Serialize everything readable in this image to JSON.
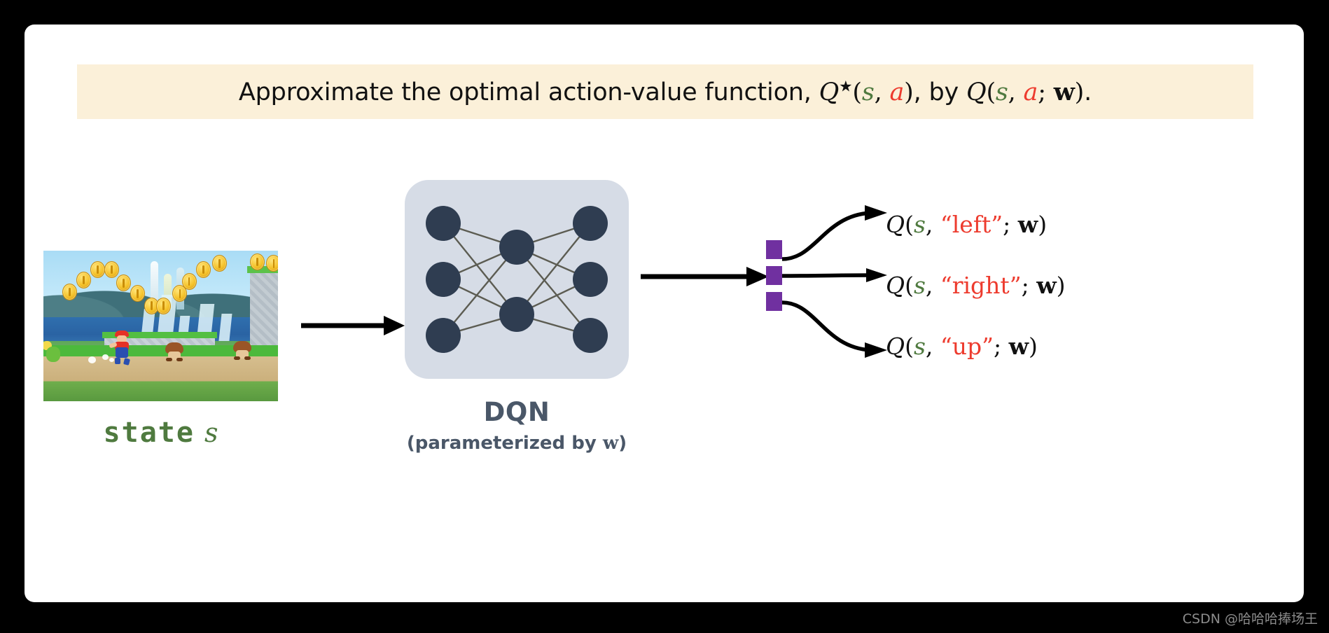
{
  "slide": {
    "title": {
      "prefix": "Approximate the optimal action-value function, ",
      "q_star": "Q",
      "star": "★",
      "open_paren": "(",
      "state_var": "s",
      "comma": ", ",
      "action_var": "a",
      "close_paren": ")",
      "middle": ", by ",
      "q_plain": "Q",
      "semicolon": "; ",
      "weights": "w",
      "period": ".",
      "full_text": "Approximate the optimal action-value function, Q★(s, a), by Q(s, a; w).",
      "banner_color": "#fbf0d9"
    },
    "state": {
      "caption_word": "state",
      "caption_var": "s",
      "caption_color": "#4f7a3f",
      "image_alt": "Super Mario game frame with coins, Mario, goombas and grass platforms"
    },
    "network": {
      "title": "DQN",
      "subtitle_prefix": "(parameterized by ",
      "subtitle_weights": "w",
      "subtitle_suffix": ")",
      "box_color": "#d6dce6",
      "node_color": "#2f3d51",
      "edge_color": "#5c5c52",
      "layers": [
        3,
        2,
        3
      ]
    },
    "outputs": {
      "square_color": "#7030a0",
      "count": 3,
      "labels": [
        {
          "q": "Q",
          "open": "(",
          "state": "s",
          "sep": ", ",
          "action": "“left”",
          "semi": "; ",
          "weights": "w",
          "close": ")"
        },
        {
          "q": "Q",
          "open": "(",
          "state": "s",
          "sep": ", ",
          "action": "“right”",
          "semi": "; ",
          "weights": "w",
          "close": ")"
        },
        {
          "q": "Q",
          "open": "(",
          "state": "s",
          "sep": ", ",
          "action": "“up”",
          "semi": "; ",
          "weights": "w",
          "close": ")"
        }
      ]
    },
    "colors": {
      "state_green": "#4f7a3f",
      "action_red": "#ed3b2e",
      "purple": "#7030a0",
      "slate": "#4a5768",
      "cream": "#fbf0d9"
    }
  },
  "watermark": {
    "text": "CSDN @哈哈哈捧场王"
  }
}
